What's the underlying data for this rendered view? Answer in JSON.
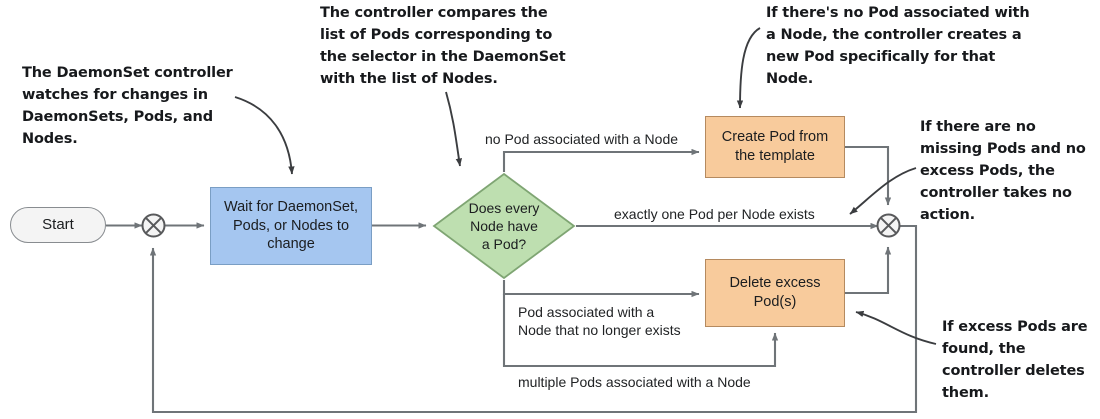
{
  "diagram": {
    "title": "DaemonSet controller reconciliation flowchart",
    "colors": {
      "wait_box": "#a5c6f0",
      "decision": "#bedfb0",
      "action_box": "#f8cb9c",
      "start_box": "#f4f4f4",
      "line": "#6f7478",
      "annotation_text": "#17191c"
    },
    "annotations": [
      {
        "id": "watch",
        "text": "The DaemonSet controller watches for changes in DaemonSets, Pods, and Nodes."
      },
      {
        "id": "compare",
        "text": "The controller compares the list of Pods corresponding to the selector in the DaemonSet with the list of Nodes."
      },
      {
        "id": "create",
        "text": "If there's no Pod associated with a Node, the controller creates a new Pod specifically for that Node."
      },
      {
        "id": "no-action",
        "text": "If there are no missing Pods and no excess Pods, the controller takes no action."
      },
      {
        "id": "excess",
        "text": "If excess Pods are found, the controller deletes them."
      }
    ],
    "nodes": [
      {
        "id": "start",
        "label": "Start",
        "shape": "terminator"
      },
      {
        "id": "merge-left",
        "label": "",
        "shape": "merge-circle-x"
      },
      {
        "id": "wait",
        "label": "Wait for DaemonSet,\nPods, or Nodes to\nchange",
        "shape": "process"
      },
      {
        "id": "decision",
        "label": "Does every\nNode have\na Pod?",
        "shape": "decision"
      },
      {
        "id": "create",
        "label": "Create Pod from\nthe template",
        "shape": "process"
      },
      {
        "id": "delete",
        "label": "Delete excess\nPod(s)",
        "shape": "process"
      },
      {
        "id": "merge-right",
        "label": "",
        "shape": "merge-circle-x"
      }
    ],
    "edge_labels": [
      {
        "id": "no-pod",
        "text": "no Pod associated with a Node"
      },
      {
        "id": "exactly-one",
        "text": "exactly one Pod per Node exists"
      },
      {
        "id": "pod-assoc",
        "text": "Pod associated with a\nNode that no longer exists"
      },
      {
        "id": "multiple-pods",
        "text": "multiple Pods associated with a Node"
      }
    ]
  }
}
